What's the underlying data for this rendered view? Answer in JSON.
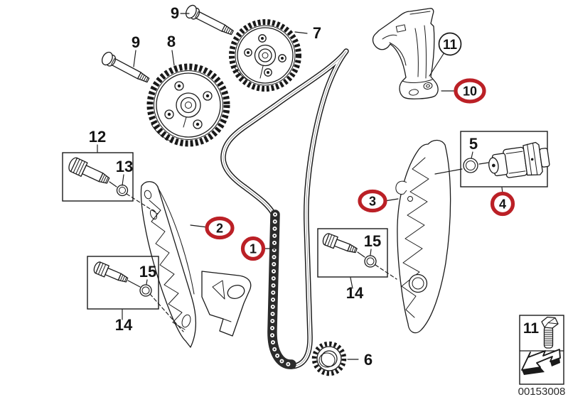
{
  "callouts": {
    "chain": {
      "num": "1",
      "highlighted": true
    },
    "guide_rail": {
      "num": "2",
      "highlighted": true
    },
    "tensioning_rail": {
      "num": "3",
      "highlighted": true
    },
    "tensioner": {
      "num": "4",
      "highlighted": true
    },
    "tensioner_oring": {
      "num": "5",
      "highlighted": false
    },
    "crank_sprocket": {
      "num": "6",
      "highlighted": false
    },
    "cam_gear_right": {
      "num": "7",
      "highlighted": false
    },
    "cam_gear_left": {
      "num": "8",
      "highlighted": false
    },
    "cam_bolt_upper": {
      "num": "9",
      "highlighted": false
    },
    "cam_bolt_lower": {
      "num": "9",
      "highlighted": false
    },
    "bracket": {
      "num": "10",
      "highlighted": true
    },
    "bracket_bolt": {
      "num": "11",
      "highlighted": false
    },
    "guide_bolt": {
      "num": "12",
      "highlighted": false
    },
    "guide_bolt_oring": {
      "num": "13",
      "highlighted": false
    },
    "rail_bolt_left": {
      "num": "14",
      "highlighted": false
    },
    "rail_oring_left": {
      "num": "15",
      "highlighted": false
    },
    "rail_bolt_right": {
      "num": "14",
      "highlighted": false
    },
    "rail_oring_right": {
      "num": "15",
      "highlighted": false
    }
  },
  "legend": {
    "bolt_num": "11"
  },
  "footer": {
    "image_code": "00153008"
  },
  "colors": {
    "highlight_red": "#BB2026",
    "line": "#1a1a1a",
    "background": "#FFFFFF"
  }
}
